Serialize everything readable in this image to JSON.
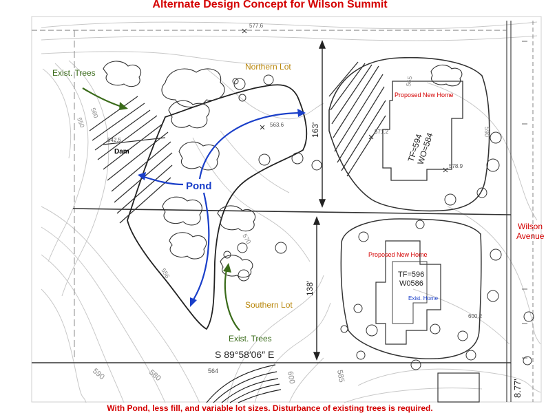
{
  "title": "Alternate Design Concept for Wilson Summit",
  "caption": "With Pond, less fill, and variable lot sizes. Disturbance of existing trees is required.",
  "labels": {
    "exist_trees_top": "Exist. Trees",
    "exist_trees_bottom": "Exist. Trees",
    "northern_lot": "Northern Lot",
    "southern_lot": "Southern Lot",
    "pond": "Pond",
    "dam": "Dam",
    "proposed_home_north": "Proposed New Home",
    "proposed_home_south": "Proposed New Home",
    "exist_home": "Exist. Home",
    "wilson_avenue_line1": "Wilson",
    "wilson_avenue_line2": "Avenue"
  },
  "dimensions": {
    "north_lot_depth": "163'",
    "south_lot_depth": "138'",
    "bearing": "S  89°58′06″  E",
    "frontage": "8.77'"
  },
  "elevation_notes": {
    "north_home_tf": "TF=594",
    "north_home_wo": "WO=584",
    "south_home_tf": "TF=596",
    "south_home_wo": "W0586"
  },
  "spot_elevations": {
    "top": "577.6",
    "pond_center": "563.6",
    "dam_area": "542.5",
    "north_home_left": "571.2",
    "north_home_right": "578.9",
    "south_home_right": "600.2"
  },
  "contour_labels": {
    "c550": "550",
    "c560": "560",
    "c570": "570",
    "c580_bottom": "580",
    "c590_bottom": "590",
    "c564": "564",
    "c556": "556",
    "c565": "565",
    "c585": "585",
    "c590_mid": "590",
    "c600": "600"
  },
  "colors": {
    "title_red": "#d40000",
    "tree_green": "#3a6b1a",
    "lot_orange": "#b8860b",
    "pond_blue": "#1a3fc9",
    "line_dark": "#333333"
  }
}
